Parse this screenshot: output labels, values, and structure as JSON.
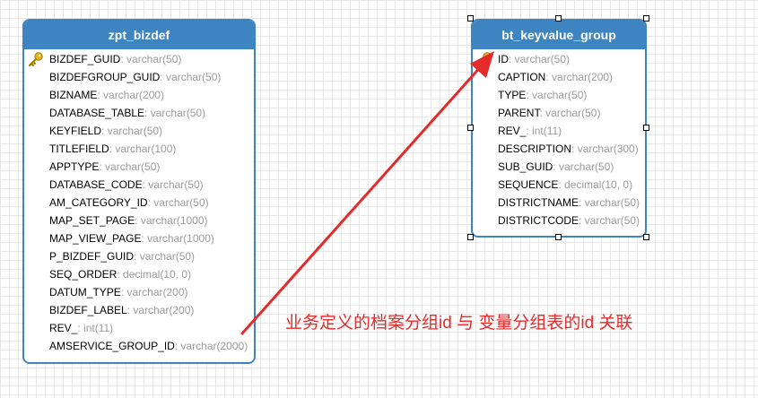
{
  "tables": {
    "left": {
      "title": "zpt_bizdef",
      "fields": [
        {
          "name": "BIZDEF_GUID",
          "type": "varchar(50)",
          "pk": true
        },
        {
          "name": "BIZDEFGROUP_GUID",
          "type": "varchar(50)"
        },
        {
          "name": "BIZNAME",
          "type": "varchar(200)"
        },
        {
          "name": "DATABASE_TABLE",
          "type": "varchar(50)"
        },
        {
          "name": "KEYFIELD",
          "type": "varchar(50)"
        },
        {
          "name": "TITLEFIELD",
          "type": "varchar(100)"
        },
        {
          "name": "APPTYPE",
          "type": "varchar(50)"
        },
        {
          "name": "DATABASE_CODE",
          "type": "varchar(50)"
        },
        {
          "name": "AM_CATEGORY_ID",
          "type": "varchar(50)"
        },
        {
          "name": "MAP_SET_PAGE",
          "type": "varchar(1000)"
        },
        {
          "name": "MAP_VIEW_PAGE",
          "type": "varchar(1000)"
        },
        {
          "name": "P_BIZDEF_GUID",
          "type": "varchar(50)"
        },
        {
          "name": "SEQ_ORDER",
          "type": "decimal(10, 0)"
        },
        {
          "name": "DATUM_TYPE",
          "type": "varchar(200)"
        },
        {
          "name": "BIZDEF_LABEL",
          "type": "varchar(200)"
        },
        {
          "name": "REV_",
          "type": "int(11)"
        },
        {
          "name": "AMSERVICE_GROUP_ID",
          "type": "varchar(2000)"
        }
      ]
    },
    "right": {
      "title": "bt_keyvalue_group",
      "fields": [
        {
          "name": "ID",
          "type": "varchar(50)",
          "pk": true
        },
        {
          "name": "CAPTION",
          "type": "varchar(200)"
        },
        {
          "name": "TYPE",
          "type": "varchar(50)"
        },
        {
          "name": "PARENT",
          "type": "varchar(50)"
        },
        {
          "name": "REV_",
          "type": "int(11)"
        },
        {
          "name": "DESCRIPTION",
          "type": "varchar(300)"
        },
        {
          "name": "SUB_GUID",
          "type": "varchar(50)"
        },
        {
          "name": "SEQUENCE",
          "type": "decimal(10, 0)"
        },
        {
          "name": "DISTRICTNAME",
          "type": "varchar(50)"
        },
        {
          "name": "DISTRICTCODE",
          "type": "varchar(50)"
        }
      ]
    }
  },
  "annotation": {
    "text": "业务定义的档案分组id  与 变量分组表的id 关联",
    "color": "#e52a2a"
  },
  "colors": {
    "table_header": "#3e84c1",
    "field_type": "#9b9b9b",
    "arrow": "#e52a2a"
  },
  "icons": {
    "primary_key": "key-icon"
  }
}
